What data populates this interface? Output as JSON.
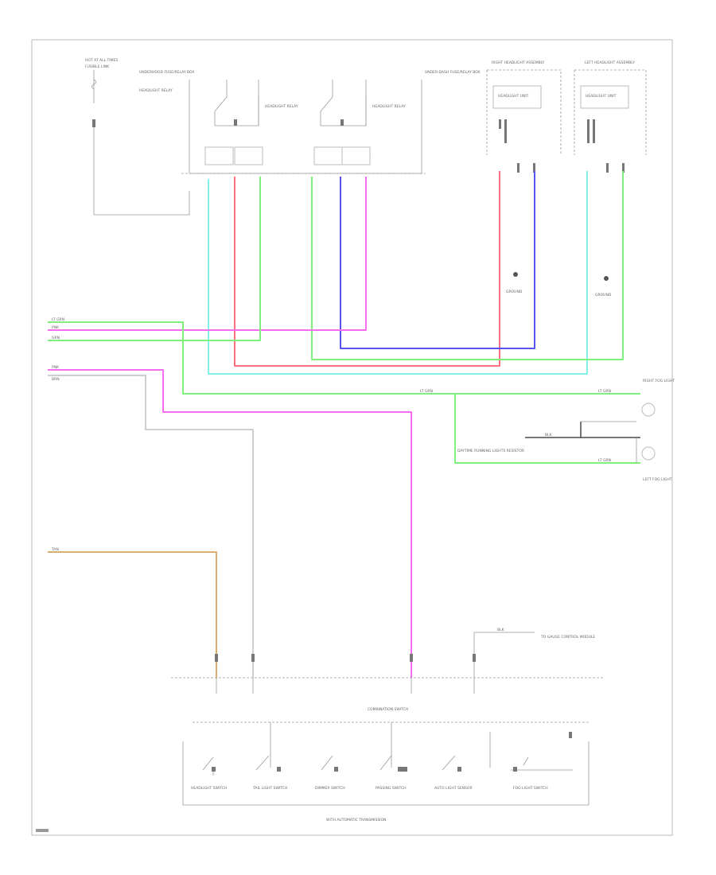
{
  "colors": {
    "cyan": "#7ff0ee",
    "red": "#ff6f80",
    "green": "#7ff07c",
    "pink": "#f76df0",
    "blue": "#5555ee",
    "tan": "#d8b070",
    "gray": "#cfcfcf",
    "dark": "#4a4a4a"
  },
  "labels": {
    "top_left_a": "HOT AT ALL TIMES",
    "top_left_b": "FUSIBLE LINK",
    "top_left_c": "UNDERHOOD FUSE/RELAY BOX",
    "top_left_d": "HEADLIGHT RELAY",
    "relay1": "HEADLIGHT RELAY",
    "relay2": "HEADLIGHT RELAY",
    "relay_box": "UNDER-DASH FUSE/RELAY BOX",
    "right_hl": "RIGHT HEADLIGHT ASSEMBLY",
    "left_hl": "LEFT HEADLIGHT ASSEMBLY",
    "right_hl_inner": "HEADLIGHT UNIT",
    "left_hl_inner": "HEADLIGHT UNIT",
    "right_gnd": "GROUND",
    "left_gnd": "GROUND",
    "right_fog": "RIGHT FOG LIGHT",
    "left_fog": "LEFT FOG LIGHT",
    "daytime": "DAYTIME RUNNING LIGHTS RESISTOR",
    "blk": "BLK",
    "grn": "GRN",
    "wire_lt_grn": "LT GRN",
    "wire_pnk": "PNK",
    "wire_brn": "BRN",
    "wire_tan": "TAN",
    "wire_blk": "BLK",
    "gauge_ctrl": "TO GAUGE CONTROL MODULE",
    "combo_switch": "COMBINATION SWITCH",
    "sw1": "HEADLIGHT SWITCH",
    "sw2": "TAIL LIGHT SWITCH",
    "sw3": "DIMMER SWITCH",
    "sw4": "PASSING SWITCH",
    "sw5": "AUTO LIGHT SENSOR",
    "sw6": "FOG LIGHT SWITCH",
    "bottom_note": "WITH AUTOMATIC TRANSMISSION"
  }
}
